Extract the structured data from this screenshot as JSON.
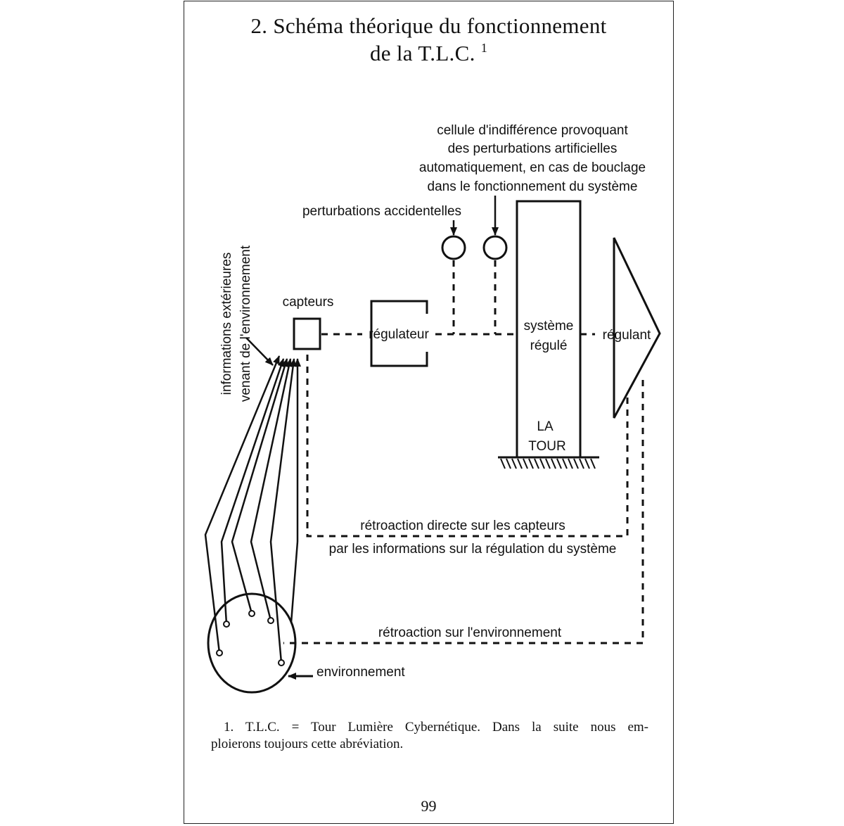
{
  "title": {
    "line1": "2. Schéma théorique du fonctionnement",
    "line2": "de la T.L.C.",
    "footnote_ref": "1"
  },
  "diagram": {
    "cellule_lines": [
      "cellule d'indifférence provoquant",
      "des perturbations artificielles",
      "automatiquement, en cas de bouclage",
      "dans le fonctionnement du système"
    ],
    "perturbations": "perturbations accidentelles",
    "info_lines": [
      "informations extérieures",
      "venant de l'environnement"
    ],
    "capteurs": "capteurs",
    "regulateur": "régulateur",
    "systeme_lines": [
      "système",
      "régulé"
    ],
    "tour_lines": [
      "LA",
      "TOUR"
    ],
    "regulant": "régulant",
    "retro_direct_lines": [
      "rétroaction directe sur les capteurs",
      "par les informations sur la régulation du système"
    ],
    "retro_env": "rétroaction sur l'environnement",
    "environnement": "environnement"
  },
  "footnote": {
    "line1": "1. T.L.C. = Tour Lumière Cybernétique. Dans la suite nous em-",
    "line2": "ploierons toujours cette abréviation."
  },
  "page_number": "99"
}
